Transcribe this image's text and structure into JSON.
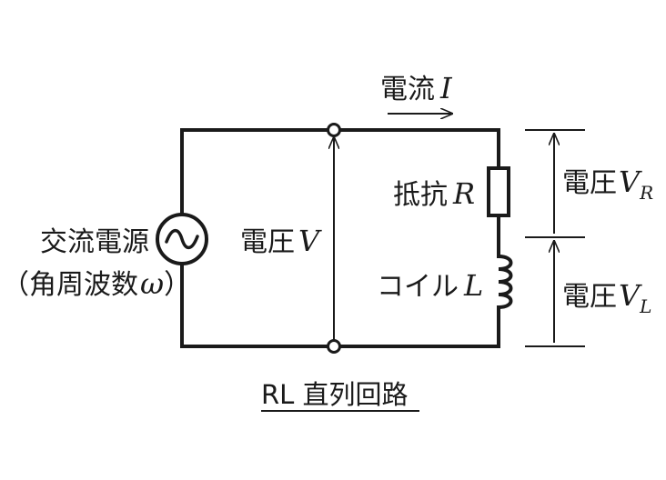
{
  "colors": {
    "ink": "#1a1a1a",
    "background": "#ffffff"
  },
  "labels": {
    "current_word": "電流",
    "current_var": "I",
    "source_line1": "交流電源",
    "source_line2_open": "（角周波数",
    "source_line2_var": "ω",
    "source_line2_close": "）",
    "voltage_word": "電圧",
    "voltage_var": "V",
    "resistor_word": "抵抗",
    "resistor_var": "R",
    "coil_word": "コイル",
    "coil_var": "L",
    "vr_word": "電圧",
    "vr_var": "V",
    "vr_sub": "R",
    "vl_word": "電圧",
    "vl_var": "V",
    "vl_sub": "L",
    "caption": "RL 直列回路"
  },
  "icons": {
    "source": "ac-source-icon",
    "resistor": "resistor-icon",
    "inductor": "inductor-coil-icon",
    "terminal": "terminal-node-icon",
    "arrow": "arrow-icon"
  }
}
